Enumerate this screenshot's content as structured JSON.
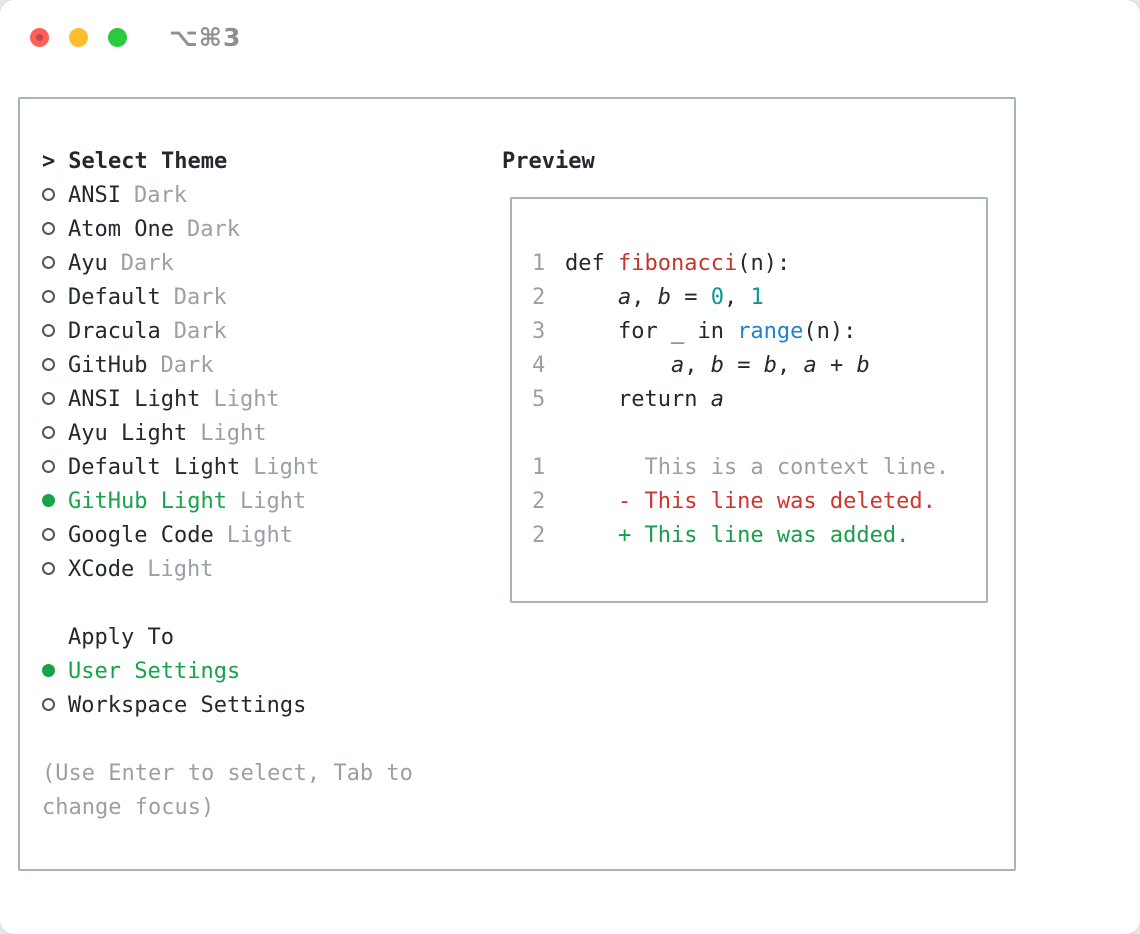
{
  "window": {
    "shortcut_label": "⌥⌘3"
  },
  "theme_picker": {
    "cursor": ">",
    "title": "Select Theme",
    "items": [
      {
        "name": "ANSI",
        "variant": "Dark",
        "selected": false
      },
      {
        "name": "Atom One",
        "variant": "Dark",
        "selected": false
      },
      {
        "name": "Ayu",
        "variant": "Dark",
        "selected": false
      },
      {
        "name": "Default",
        "variant": "Dark",
        "selected": false
      },
      {
        "name": "Dracula",
        "variant": "Dark",
        "selected": false
      },
      {
        "name": "GitHub",
        "variant": "Dark",
        "selected": false
      },
      {
        "name": "ANSI Light",
        "variant": "Light",
        "selected": false
      },
      {
        "name": "Ayu Light",
        "variant": "Light",
        "selected": false
      },
      {
        "name": "Default Light",
        "variant": "Light",
        "selected": false
      },
      {
        "name": "GitHub Light",
        "variant": "Light",
        "selected": true
      },
      {
        "name": "Google Code",
        "variant": "Light",
        "selected": false
      },
      {
        "name": "XCode",
        "variant": "Light",
        "selected": false
      }
    ],
    "apply_to": {
      "title": "Apply To",
      "options": [
        {
          "label": "User Settings",
          "selected": true
        },
        {
          "label": "Workspace Settings",
          "selected": false
        }
      ]
    },
    "hint": "(Use Enter to select, Tab to change focus)"
  },
  "preview": {
    "title": "Preview",
    "code_lines": [
      {
        "num": "1",
        "segments": [
          {
            "text": "def ",
            "style": "plain"
          },
          {
            "text": "fibonacci",
            "style": "func"
          },
          {
            "text": "(n):",
            "style": "plain"
          }
        ]
      },
      {
        "num": "2",
        "segments": [
          {
            "text": "    ",
            "style": "plain"
          },
          {
            "text": "a",
            "style": "var"
          },
          {
            "text": ", ",
            "style": "plain"
          },
          {
            "text": "b",
            "style": "var"
          },
          {
            "text": " = ",
            "style": "plain"
          },
          {
            "text": "0",
            "style": "num"
          },
          {
            "text": ", ",
            "style": "plain"
          },
          {
            "text": "1",
            "style": "num"
          }
        ]
      },
      {
        "num": "3",
        "segments": [
          {
            "text": "    for _ in ",
            "style": "plain"
          },
          {
            "text": "range",
            "style": "builtin"
          },
          {
            "text": "(n):",
            "style": "plain"
          }
        ]
      },
      {
        "num": "4",
        "segments": [
          {
            "text": "        ",
            "style": "plain"
          },
          {
            "text": "a",
            "style": "var"
          },
          {
            "text": ", ",
            "style": "plain"
          },
          {
            "text": "b",
            "style": "var"
          },
          {
            "text": " = ",
            "style": "plain"
          },
          {
            "text": "b",
            "style": "var"
          },
          {
            "text": ", ",
            "style": "plain"
          },
          {
            "text": "a",
            "style": "var"
          },
          {
            "text": " + ",
            "style": "plain"
          },
          {
            "text": "b",
            "style": "var"
          }
        ]
      },
      {
        "num": "5",
        "segments": [
          {
            "text": "    return ",
            "style": "plain"
          },
          {
            "text": "a",
            "style": "var"
          }
        ]
      }
    ],
    "diff_lines": [
      {
        "num": "1",
        "kind": "context",
        "text": "      This is a context line."
      },
      {
        "num": "2",
        "kind": "deleted",
        "text": "    - This line was deleted."
      },
      {
        "num": "2",
        "kind": "added",
        "text": "    + This line was added."
      }
    ]
  },
  "colors": {
    "accent_green": "#17a349",
    "syntax_func_red": "#c0392b",
    "syntax_builtin_blue": "#1f83d3",
    "syntax_number_teal": "#0e9594",
    "diff_deleted_red": "#d0342c",
    "diff_added_green": "#189e4a",
    "muted_gray": "#9aa0a6",
    "traffic_red": "#ff5f57",
    "traffic_yellow": "#febc2e",
    "traffic_green": "#2ac940"
  }
}
